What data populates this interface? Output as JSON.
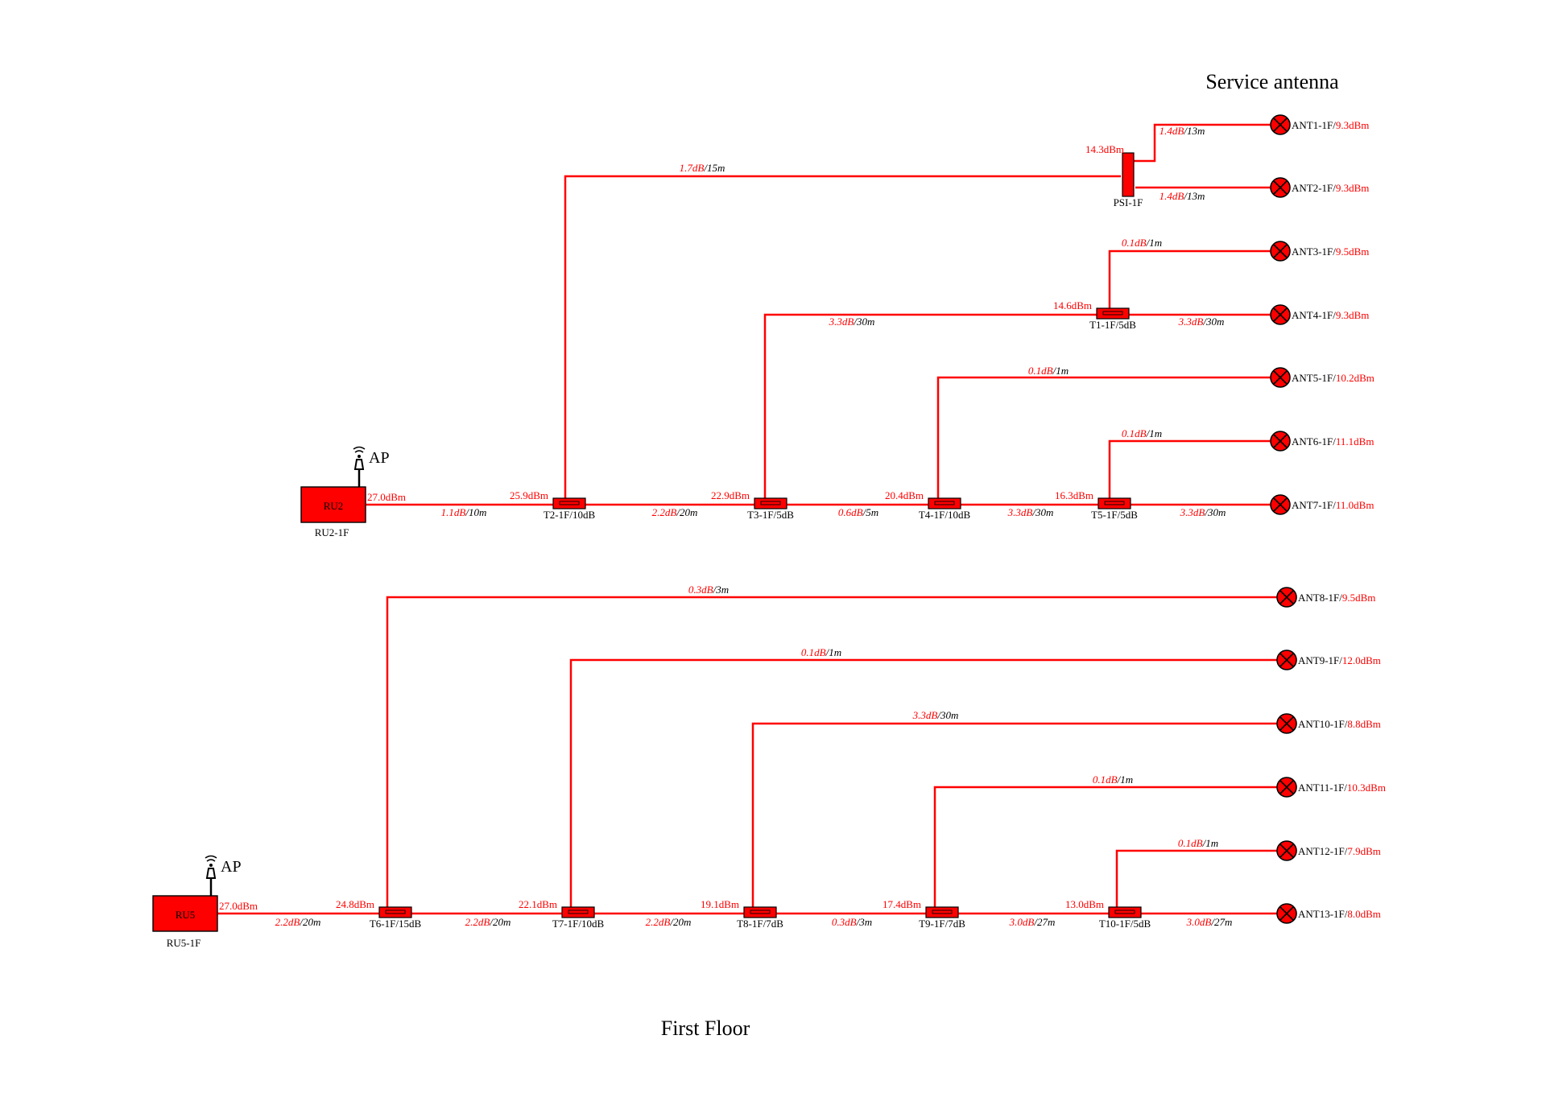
{
  "title": "Service antenna",
  "footer": "First Floor",
  "colors": {
    "line": "#ff0000",
    "device_fill": "#ff0000",
    "label_red": "#ff0000",
    "label_black": "#000000"
  },
  "icons": {
    "antenna": "antenna-x-circle-icon",
    "ap": "wireless-ap-icon",
    "tapper": "tapper-icon",
    "splitter": "power-splitter-icon"
  },
  "sources": [
    {
      "name": "RU2",
      "label": "RU2-1F",
      "power": "27.0dBm",
      "ap": "AP"
    },
    {
      "name": "RU5",
      "label": "RU5-1F",
      "power": "27.0dBm",
      "ap": "AP"
    }
  ],
  "couplers": [
    {
      "label": "T2-1F/10dB",
      "power": "25.9dBm"
    },
    {
      "label": "T3-1F/5dB",
      "power": "22.9dBm"
    },
    {
      "label": "T4-1F/10dB",
      "power": "20.4dBm"
    },
    {
      "label": "T5-1F/5dB",
      "power": "16.3dBm"
    },
    {
      "label": "T1-1F/5dB",
      "power": "14.6dBm"
    },
    {
      "label": "T6-1F/15dB",
      "power": "24.8dBm"
    },
    {
      "label": "T7-1F/10dB",
      "power": "22.1dBm"
    },
    {
      "label": "T8-1F/7dB",
      "power": "19.1dBm"
    },
    {
      "label": "T9-1F/7dB",
      "power": "17.4dBm"
    },
    {
      "label": "T10-1F/5dB",
      "power": "13.0dBm"
    }
  ],
  "splitter": {
    "label": "PSI-1F",
    "power": "14.3dBm"
  },
  "antennas": [
    {
      "name": "ANT1-1F",
      "power": "9.3dBm"
    },
    {
      "name": "ANT2-1F",
      "power": "9.3dBm"
    },
    {
      "name": "ANT3-1F",
      "power": "9.5dBm"
    },
    {
      "name": "ANT4-1F",
      "power": "9.3dBm"
    },
    {
      "name": "ANT5-1F",
      "power": "10.2dBm"
    },
    {
      "name": "ANT6-1F",
      "power": "11.1dBm"
    },
    {
      "name": "ANT7-1F",
      "power": "11.0dBm"
    },
    {
      "name": "ANT8-1F",
      "power": "9.5dBm"
    },
    {
      "name": "ANT9-1F",
      "power": "12.0dBm"
    },
    {
      "name": "ANT10-1F",
      "power": "8.8dBm"
    },
    {
      "name": "ANT11-1F",
      "power": "10.3dBm"
    },
    {
      "name": "ANT12-1F",
      "power": "7.9dBm"
    },
    {
      "name": "ANT13-1F",
      "power": "8.0dBm"
    }
  ],
  "cables": [
    {
      "loss": "1.1dB",
      "length": "10m"
    },
    {
      "loss": "2.2dB",
      "length": "20m"
    },
    {
      "loss": "0.6dB",
      "length": "5m"
    },
    {
      "loss": "3.3dB",
      "length": "30m"
    },
    {
      "loss": "3.3dB",
      "length": "30m"
    },
    {
      "loss": "1.7dB",
      "length": "15m"
    },
    {
      "loss": "1.4dB",
      "length": "13m"
    },
    {
      "loss": "1.4dB",
      "length": "13m"
    },
    {
      "loss": "3.3dB",
      "length": "30m"
    },
    {
      "loss": "0.1dB",
      "length": "1m"
    },
    {
      "loss": "3.3dB",
      "length": "30m"
    },
    {
      "loss": "0.1dB",
      "length": "1m"
    },
    {
      "loss": "0.1dB",
      "length": "1m"
    },
    {
      "loss": "2.2dB",
      "length": "20m"
    },
    {
      "loss": "2.2dB",
      "length": "20m"
    },
    {
      "loss": "2.2dB",
      "length": "20m"
    },
    {
      "loss": "0.3dB",
      "length": "3m"
    },
    {
      "loss": "3.0dB",
      "length": "27m"
    },
    {
      "loss": "3.0dB",
      "length": "27m"
    },
    {
      "loss": "0.3dB",
      "length": "3m"
    },
    {
      "loss": "0.1dB",
      "length": "1m"
    },
    {
      "loss": "3.3dB",
      "length": "30m"
    },
    {
      "loss": "0.1dB",
      "length": "1m"
    },
    {
      "loss": "0.1dB",
      "length": "1m"
    }
  ]
}
